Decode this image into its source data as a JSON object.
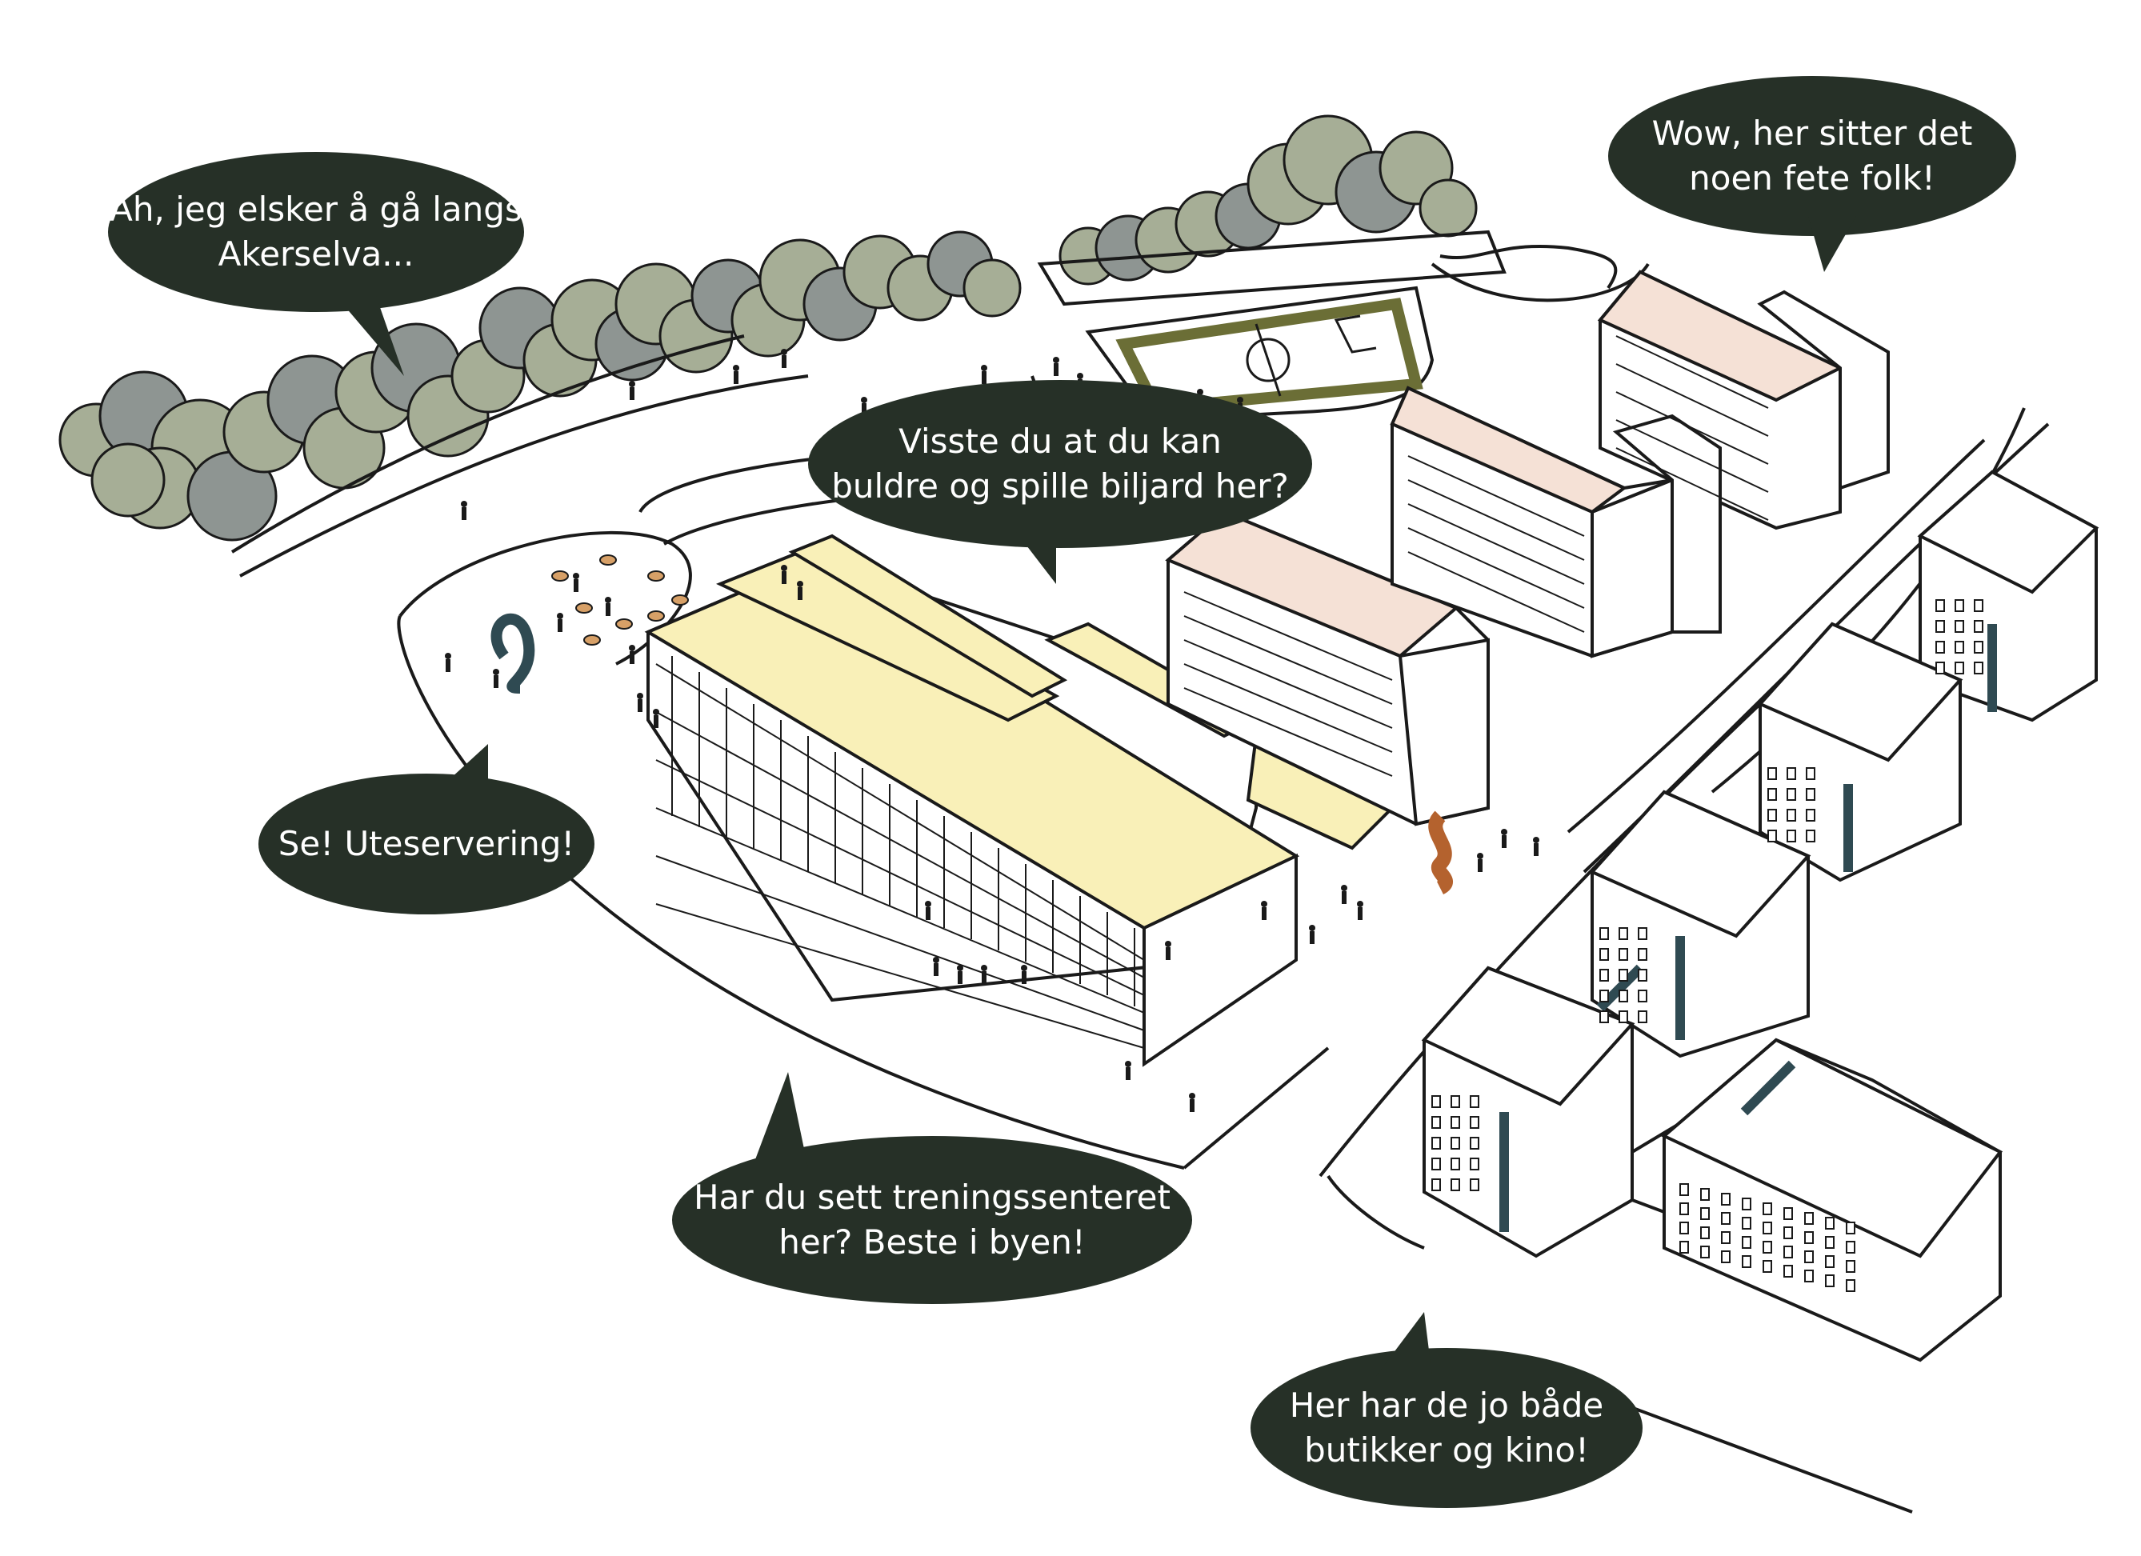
{
  "colors": {
    "bubble": "#263027",
    "bubble_text": "#ffffff",
    "line": "#1a1a1a",
    "building_fill": "#ffffff",
    "roof_highlight": "#f9f0b8",
    "roof_pink": "#f5e1d6",
    "tree_green": "#a6ae96",
    "tree_grey": "#8e9592",
    "field_green": "#6b6e36",
    "facade_teal": "#2f4a52",
    "sculpture_rust": "#b4622e"
  },
  "bubbles": [
    {
      "id": "akerselva",
      "lines": [
        "Ah, jeg elsker å gå langs",
        "Akerselva..."
      ]
    },
    {
      "id": "folk",
      "lines": [
        "Wow, her sitter det",
        "noen fete folk!"
      ]
    },
    {
      "id": "buldre",
      "lines": [
        "Visste du at du kan",
        "buldre og spille biljard her?"
      ]
    },
    {
      "id": "uteservering",
      "lines": [
        "Se! Uteservering!"
      ]
    },
    {
      "id": "trening",
      "lines": [
        "Har du sett treningssenteret",
        "her? Beste i byen!"
      ]
    },
    {
      "id": "butikker",
      "lines": [
        "Her har de jo både",
        "butikker og kino!"
      ]
    }
  ],
  "icons": {
    "trees": "tree-cluster-icon",
    "field": "football-field-icon",
    "sculpture": "sculpture-icon",
    "people": "person-icon",
    "cafe": "cafe-table-icon"
  }
}
